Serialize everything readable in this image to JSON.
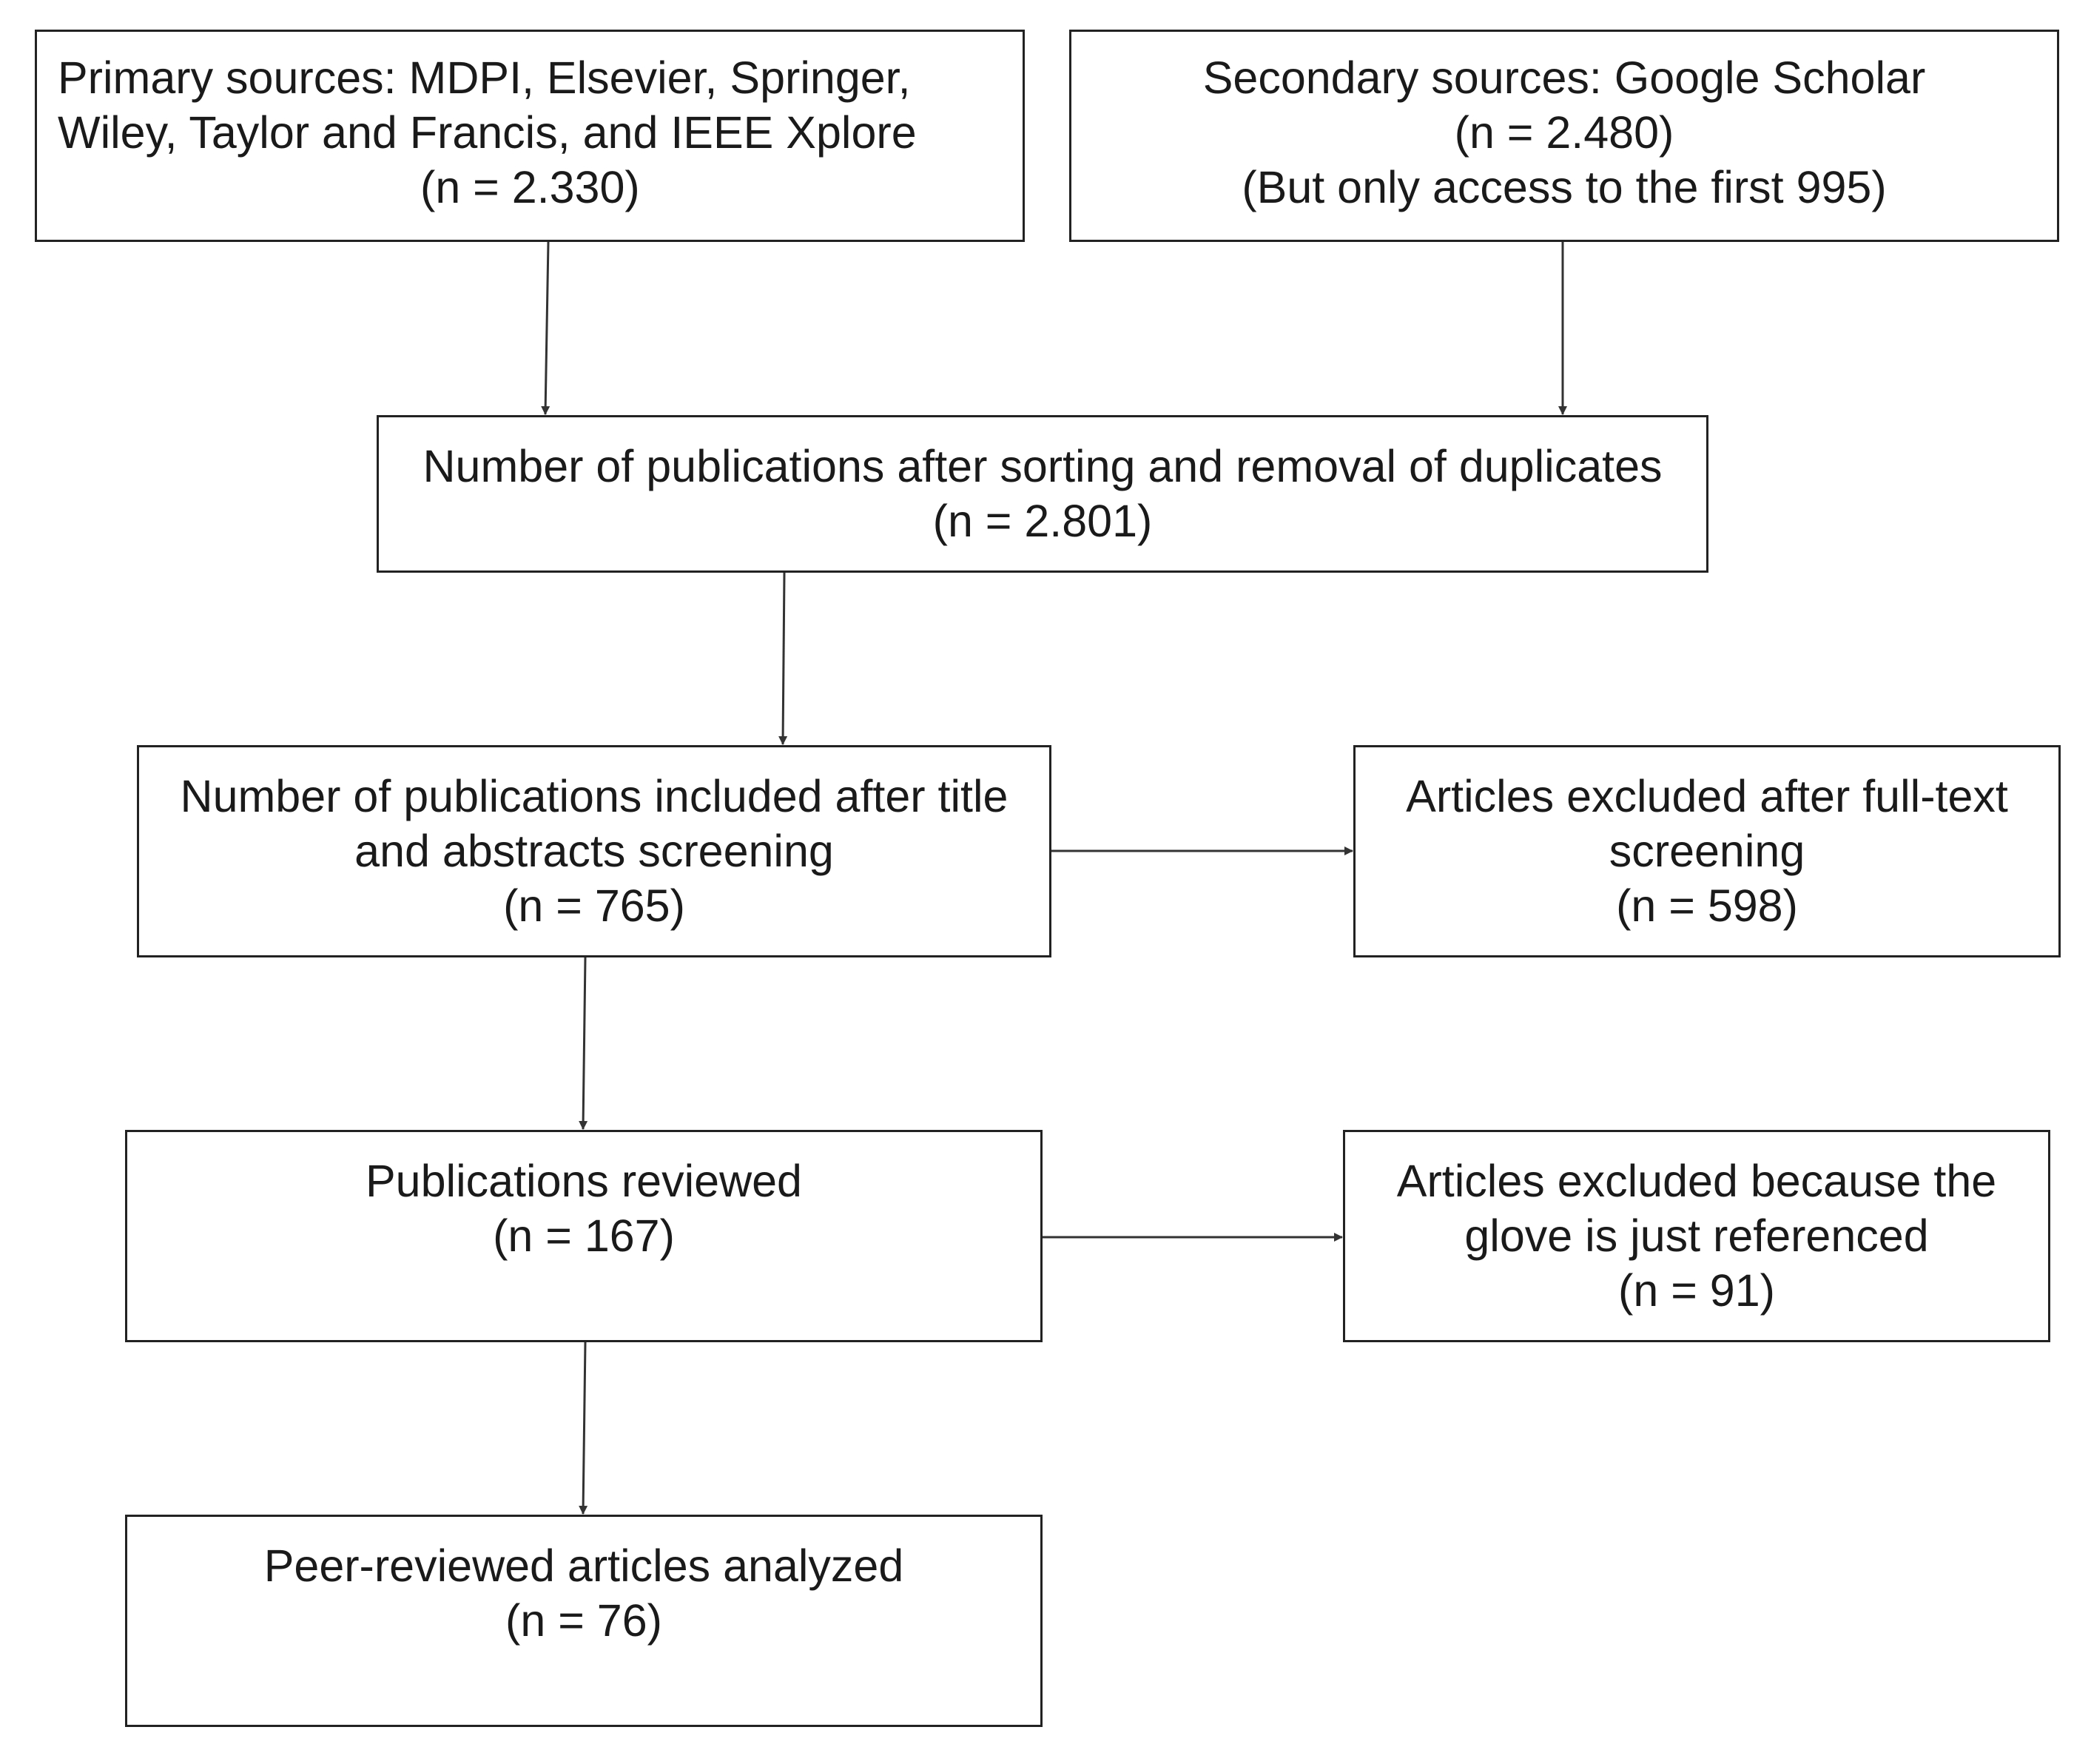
{
  "boxes": {
    "primary": {
      "lines": [
        "Primary sources: MDPI, Elsevier, Springer,",
        "Wiley, Taylor and Francis, and IEEE Xplore",
        "(n = 2.330)"
      ]
    },
    "secondary": {
      "lines": [
        "Secondary sources: Google Scholar",
        "(n = 2.480)",
        "(But only access to the first 995)"
      ]
    },
    "sorted": {
      "lines": [
        "Number of publications after sorting and removal of duplicates",
        "(n = 2.801)"
      ]
    },
    "included": {
      "lines": [
        "Number of publications included after title",
        "and abstracts screening",
        "(n = 765)"
      ]
    },
    "excluded_fulltext": {
      "lines": [
        "Articles excluded after full-text",
        "screening",
        "(n = 598)"
      ]
    },
    "reviewed": {
      "lines": [
        "Publications reviewed",
        "(n = 167)"
      ]
    },
    "excluded_glove": {
      "lines": [
        "Articles excluded because the",
        "glove is just referenced",
        "(n = 91)"
      ]
    },
    "analyzed": {
      "lines": [
        "Peer-reviewed articles analyzed",
        "(n = 76)"
      ]
    }
  },
  "colors": {
    "border": "#222222",
    "arrow": "#333333",
    "text": "#1a1a1a",
    "background": "#ffffff"
  }
}
